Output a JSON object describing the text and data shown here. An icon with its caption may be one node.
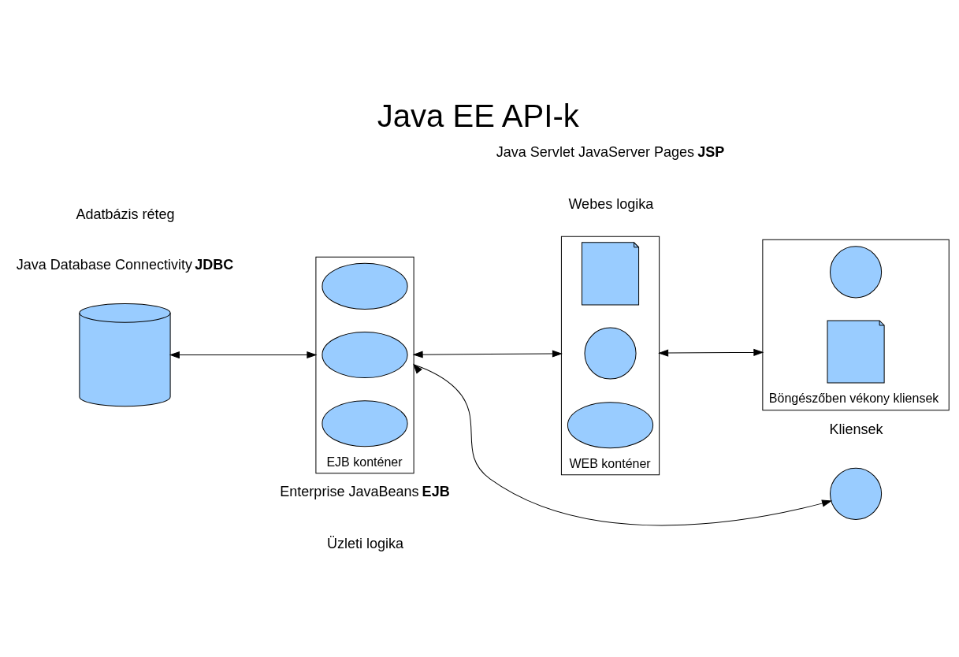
{
  "diagram": {
    "title": "Java EE API-k",
    "nodes": [
      {
        "text": [],
        "shape": "cylinder"
      },
      {
        "text": [
          "EJB konténer"
        ]
      },
      {
        "text": [],
        "shape": "ellipse",
        "in": 1
      },
      {
        "text": [],
        "shape": "ellipse",
        "in": 1
      },
      {
        "text": [],
        "shape": "ellipse",
        "in": 1
      },
      {
        "text": [
          "WEB konténer"
        ]
      },
      {
        "text": [],
        "shape": "document",
        "in": 5
      },
      {
        "text": [],
        "shape": "circle",
        "in": 5
      },
      {
        "text": [],
        "shape": "ellipse",
        "in": 5
      },
      {
        "text": [],
        "shape": "circle"
      },
      {
        "text": [
          "Böngészőben vékony kliensek"
        ]
      },
      {
        "text": [],
        "shape": "circle",
        "in": 10
      },
      {
        "text": [],
        "shape": "document",
        "in": 10
      }
    ],
    "edges": [
      {
        "from": 0,
        "to": 1,
        "arrow": "both"
      },
      {
        "from": 1,
        "to": 9,
        "arrow": "both"
      },
      {
        "from": 1,
        "to": 5,
        "arrow": "both"
      },
      {
        "from": 5,
        "to": 10,
        "arrow": "both"
      }
    ],
    "labels": [
      "Enterprise JavaBeans **EJB**",
      "Java Servlet JavaServer Pages **JSP**",
      "Java Database Connectivity **JDBC**",
      "Adatbázis réteg",
      "Üzleti logika",
      "Webes logika",
      "Kliensek"
    ]
  }
}
